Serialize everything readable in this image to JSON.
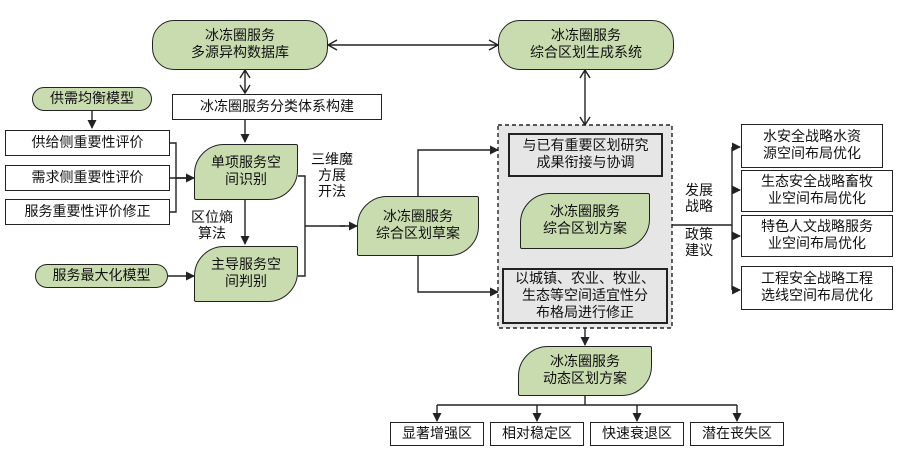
{
  "nodes": {
    "database": "冰冻圈服务\n多源异构数据库",
    "generator": "冰冻圈服务\n综合区划生成系统",
    "classify": "冰冻圈服务分类体系构建",
    "supply_demand_model": "供需均衡模型",
    "supply_eval": "供给侧重要性评价",
    "demand_eval": "需求侧重要性评价",
    "service_eval": "服务重要性评价修正",
    "max_model": "服务最大化模型",
    "single_service": "单项服务空\n间识别",
    "dominant_service": "主导服务空\n间判别",
    "draft": "冰冻圈服务\n综合区划草案",
    "coordinate": "与已有重要区划研究\n成果衔接与协调",
    "plan": "冰冻圈服务\n综合区划方案",
    "revise": "以城镇、农业、牧业、\n生态等空间适宜性分\n布格局进行修正",
    "dynamic": "冰冻圈服务\n动态区划方案",
    "water": "水安全战略水资\n源空间布局优化",
    "eco": "生态安全战略畜牧\n业空间布局优化",
    "culture": "特色人文战略服务\n业空间布局优化",
    "engineering": "工程安全战略工程\n选线空间布局优化",
    "zone1": "显著增强区",
    "zone2": "相对稳定区",
    "zone3": "快速衰退区",
    "zone4": "潜在丧失区"
  },
  "labels": {
    "mofang": "三维魔\n方展\n开法",
    "entropy": "区位熵\n算法",
    "strategy": "发展\n战略",
    "policy": "政策\n建议"
  },
  "colors": {
    "node_green": "#c9dcaf",
    "panel_gray": "#e6e6e6",
    "line": "#222222"
  }
}
